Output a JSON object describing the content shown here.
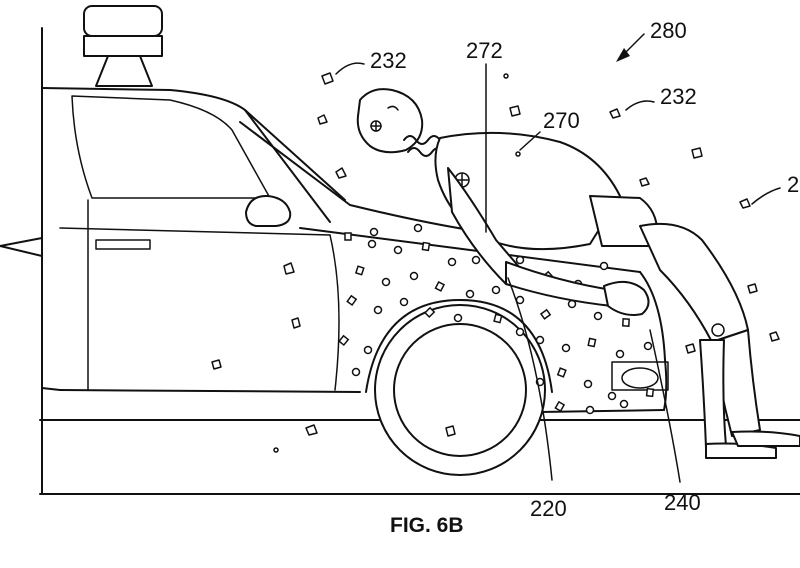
{
  "figure": {
    "caption": "FIG. 6B",
    "labels": {
      "system": "280",
      "adhesive_left": "232",
      "adhesive_right": "232",
      "adhesive_edge": "2",
      "pedestrian": "270",
      "pedestrian_contact": "272",
      "hood_layer": "220",
      "front_bumper": "240"
    }
  }
}
